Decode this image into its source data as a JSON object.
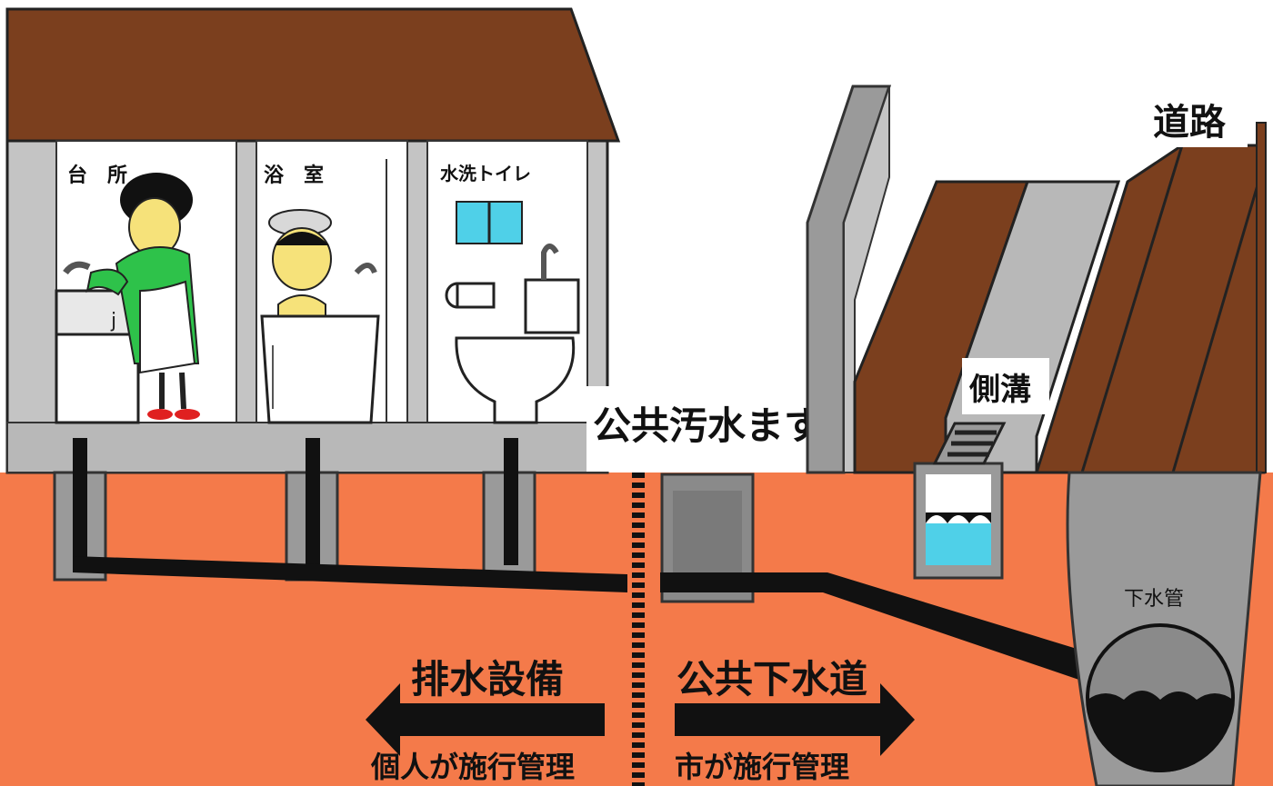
{
  "rooms": {
    "kitchen": "台　所",
    "bathroom": "浴　室",
    "toilet": "水洗トイレ"
  },
  "labels": {
    "road": "道路",
    "side_ditch": "側溝",
    "public_basin": "公共汚水ます",
    "sewer_pipe": "下水管"
  },
  "left_zone": {
    "title": "排水設備",
    "subtitle": "個人が施行管理"
  },
  "right_zone": {
    "title": "公共下水道",
    "subtitle": "市が施行管理"
  },
  "colors": {
    "roof": "#7b3f1e",
    "ground": "#f47a4a",
    "wall": "#bdbdbd",
    "concrete": "#8a8a8a",
    "pipe": "#111111",
    "water": "#4fd0e8",
    "apron": "#2bb24a"
  }
}
